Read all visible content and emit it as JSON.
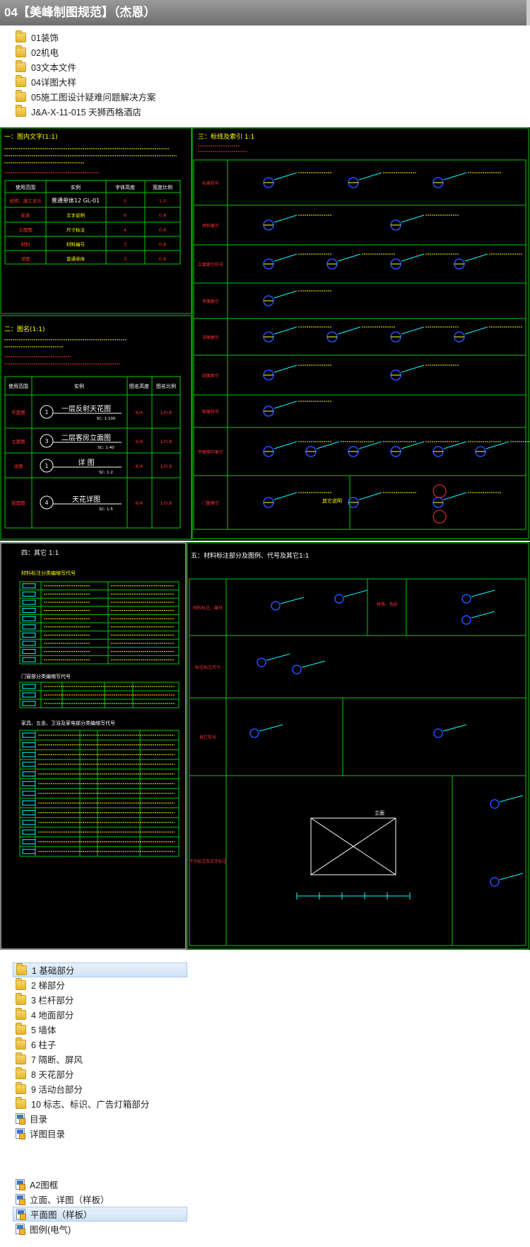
{
  "window": {
    "title": "04【美峰制图规范】（杰恩）"
  },
  "top_list": [
    {
      "label": "01装饰",
      "icon": "folder-icon"
    },
    {
      "label": "02机电",
      "icon": "folder-icon"
    },
    {
      "label": "03文本文件",
      "icon": "folder-icon"
    },
    {
      "label": "04详图大样",
      "icon": "folder-icon"
    },
    {
      "label": "05施工图设计疑难问题解决方案",
      "icon": "folder-icon"
    },
    {
      "label": "J&A-X-11-015 天狮西格酒店",
      "icon": "folder-icon"
    }
  ],
  "cad_a": {
    "panel1_title": "一：图内文字(1:1)",
    "panel2_title": "二：图名(1:1)",
    "panel3_title": "三：标线及索引  1:1",
    "table1_headers": [
      "使用范围",
      "实例",
      "字体高度",
      "宽度比例"
    ],
    "table1_rows": [
      {
        "name": "说明：施工设计",
        "sample": "普通单体12   GL-01",
        "h": "5",
        "w": "1.0"
      },
      {
        "name": "家具",
        "sample": "文字说明",
        "h": "6",
        "w": "0.8"
      },
      {
        "name": "立面图",
        "sample": "尺寸标注",
        "h": "4",
        "w": "0.8"
      },
      {
        "name": "材料",
        "sample": "材料编号",
        "h": "3",
        "w": "0.8"
      },
      {
        "name": "详图",
        "sample": "普通单体",
        "h": "3",
        "w": "0.8"
      }
    ],
    "table2_headers": [
      "使用范围",
      "实例",
      "图名高度",
      "图名比例"
    ],
    "table2_rows": [
      {
        "name": "平面图",
        "sample": "一层反射天花图",
        "sub": "SC: 1:100",
        "num": "1",
        "h": "6/4",
        "w": "1/0.8"
      },
      {
        "name": "立面图",
        "sample": "二层客房立面图",
        "sub": "SC: 1:40",
        "num": "3",
        "h": "6/4",
        "w": "1/0.8"
      },
      {
        "name": "详图",
        "sample": "详 图",
        "sub": "SC: 1:2",
        "num": "1",
        "h": "6/4",
        "w": "1/0.8"
      },
      {
        "name": "剖面图",
        "sample": "天花详图",
        "sub": "SC: 1:5",
        "num": "4",
        "h": "6/4",
        "w": "1/0.8"
      }
    ],
    "panel3_rows": [
      "标高符号",
      "材料索引",
      "立面索引符号",
      "平面索引",
      "详图索引",
      "剖面索引",
      "断面符号",
      "平面图中索引",
      "门窗索引"
    ],
    "panel3_side_label": "其它说明"
  },
  "cad_b": {
    "panel4_title": "四：其它  1:1",
    "panel5_title": "五：材料标注部分及图例、代号及其它1:1",
    "panel4_subtitle": "材料标注分类编缩写代号",
    "door_subtitle": "门窗部分类编缩写代号",
    "equip_subtitle": "家具、五金、卫浴及家电部分类编缩写代号",
    "panel5_rows": [
      "材料标注、编号",
      "标注标注尺寸",
      "其它符号",
      "尺寸标注及文字标注"
    ],
    "section_label": "立面",
    "panel5_mid_label": "材质、色彩"
  },
  "bottom_list": [
    {
      "label": "1 基础部分",
      "icon": "folder-icon",
      "selected": true
    },
    {
      "label": "2 梯部分",
      "icon": "folder-icon"
    },
    {
      "label": "3 栏杆部分",
      "icon": "folder-icon"
    },
    {
      "label": "4 地面部分",
      "icon": "folder-icon"
    },
    {
      "label": "5 墙体",
      "icon": "folder-icon"
    },
    {
      "label": "6 柱子",
      "icon": "folder-icon"
    },
    {
      "label": "7 隔断、屏风",
      "icon": "folder-icon"
    },
    {
      "label": "8 天花部分",
      "icon": "folder-icon"
    },
    {
      "label": "9 活动台部分",
      "icon": "folder-icon"
    },
    {
      "label": "10 标志、标识、广告灯箱部分",
      "icon": "folder-icon"
    },
    {
      "label": "目录",
      "icon": "dwg-file-icon"
    },
    {
      "label": "详图目录",
      "icon": "dwg-file-icon"
    }
  ],
  "bottom_list2": [
    {
      "label": "A2图框",
      "icon": "dwg-file-icon"
    },
    {
      "label": "立面、详图（样板）",
      "icon": "dwg-file-icon"
    },
    {
      "label": "平面图（样板）",
      "icon": "dwg-file-icon",
      "selected": true
    },
    {
      "label": "图例(电气)",
      "icon": "dwg-file-icon"
    }
  ]
}
